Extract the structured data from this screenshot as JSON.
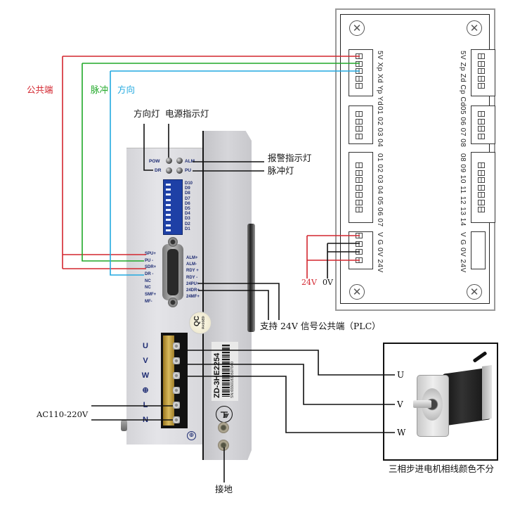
{
  "colors": {
    "common": "#d3262f",
    "pulse": "#20a828",
    "direction": "#22a9e0",
    "supply": "#d3262f"
  },
  "wiring_labels": {
    "common": "公共端",
    "pulse": "脉冲",
    "direction": "方向"
  },
  "callouts": {
    "direction_led": "方向灯",
    "power_led": "电源指示灯",
    "alarm_led": "报警指示灯",
    "pulse_led": "脉冲灯",
    "plc_common": "支持 24V 信号公共端（PLC）",
    "ac_input": "AC110-220V",
    "ground": "接地",
    "motor_caption": "三相步进电机相线颜色不分"
  },
  "driver": {
    "leds": {
      "pow": "POW",
      "alm": "ALM",
      "dr": "DR",
      "pu": "PU"
    },
    "dip_labels": [
      "D10",
      "D9",
      "D8",
      "D7",
      "D6",
      "D5",
      "D4",
      "D3",
      "D2",
      "D1"
    ],
    "db_left": [
      "SPU+",
      "PU -",
      "SDR+",
      "DR -",
      "NC",
      "NC",
      "SMF+",
      "MF-"
    ],
    "db_right": [
      "ALM+",
      "ALM-",
      "RDY +",
      "RDY -",
      "24PU+",
      "24DR+",
      "24MF+"
    ],
    "qc": {
      "title": "QC",
      "sub": "PASSED"
    },
    "terminals": [
      "U",
      "V",
      "W",
      "⊕",
      "L",
      "N"
    ],
    "model": "ZD-3HE2254",
    "serial": "SN:65501830507040",
    "pe_symbol": "⊕"
  },
  "controller": {
    "left_connectors": [
      {
        "label": "5V Xp Xd Yp Yd",
        "pins": 5
      },
      {
        "label": "01 02 03 04",
        "pins": 4
      },
      {
        "label": "01 02 03 04 05 06 07",
        "pins": 7
      },
      {
        "label": "V  G  0V 24V",
        "pins": 4
      }
    ],
    "right_connectors": [
      {
        "label": "5V Zp Zd Cp Cd",
        "pins": 5
      },
      {
        "label": "05 06 07 08",
        "pins": 4
      },
      {
        "label": "08 09 10 11 12 13 14",
        "pins": 7
      },
      {
        "label": "V  G  0V 24V",
        "pins": 0
      }
    ],
    "supply_labels": {
      "v24": "24V",
      "v0": "0V"
    }
  },
  "motor": {
    "phases": [
      "U",
      "V",
      "W"
    ]
  }
}
